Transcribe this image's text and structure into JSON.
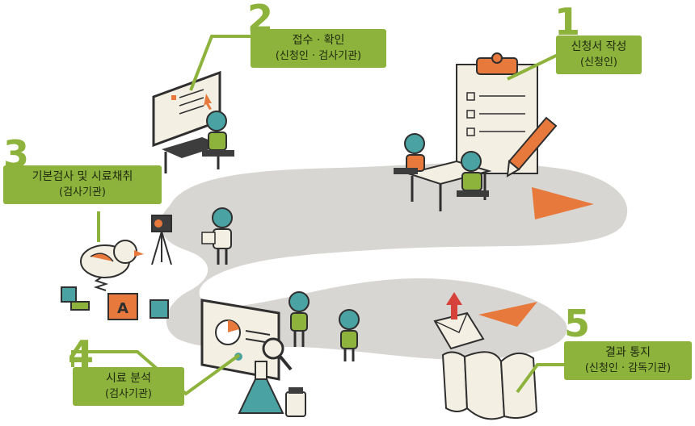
{
  "steps": [
    {
      "number": "1",
      "title": "신청서 작성",
      "sub": "(신청인)"
    },
    {
      "number": "2",
      "title": "접수 · 확인",
      "sub": "(신청인 · 검사기관)"
    },
    {
      "number": "3",
      "title": "기본검사 및 시료채취",
      "sub": "(검사기관)"
    },
    {
      "number": "4",
      "title": "시료 분석",
      "sub": "(검사기관)"
    },
    {
      "number": "5",
      "title": "결과 통지",
      "sub": "(신청인 · 감독기관)"
    }
  ],
  "block_letter": "A",
  "colors": {
    "green": "#8db33c",
    "path": "#d8d6d3",
    "orange": "#e8793d",
    "teal": "#4aa3a2",
    "dark": "#2f2f2f"
  }
}
